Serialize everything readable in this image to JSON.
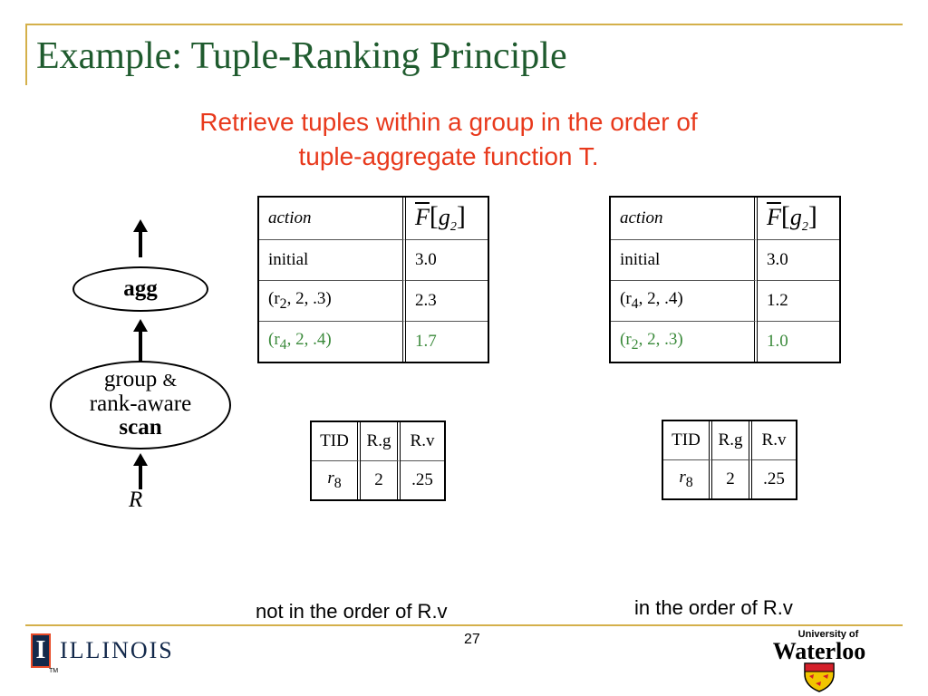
{
  "slide": {
    "title": "Example: Tuple-Ranking Principle",
    "subtitle_line1": "Retrieve tuples within a group in the order of",
    "subtitle_line2": "tuple-aggregate function T.",
    "page_number": "27"
  },
  "tree": {
    "top_op": "agg",
    "scan_line1": "group",
    "scan_amp": "&",
    "scan_line2": "rank-aware",
    "scan_line3": "scan",
    "relation": "R"
  },
  "left": {
    "header_action": "action",
    "header_f": "F",
    "header_g": "g",
    "header_g_sub": "2",
    "rows": [
      {
        "pre": "initial",
        "sub": "",
        "post": "",
        "value": "3.0",
        "highlight": false
      },
      {
        "pre": "(r",
        "sub": "2",
        "post": ", 2, .3)",
        "value": "2.3",
        "highlight": false
      },
      {
        "pre": "(r",
        "sub": "4",
        "post": ", 2, .4)",
        "value": "1.7",
        "highlight": true
      }
    ],
    "tuple_headers": [
      "TID",
      "R.g",
      "R.v"
    ],
    "tuple_tid": "r",
    "tuple_tid_sub": "8",
    "tuple_g": "2",
    "tuple_v": ".25",
    "caption": "not in the order of R.v"
  },
  "right": {
    "header_action": "action",
    "header_f": "F",
    "header_g": "g",
    "header_g_sub": "2",
    "rows": [
      {
        "pre": "initial",
        "sub": "",
        "post": "",
        "value": "3.0",
        "highlight": false
      },
      {
        "pre": "(r",
        "sub": "4",
        "post": ", 2, .4)",
        "value": "1.2",
        "highlight": false
      },
      {
        "pre": "(r",
        "sub": "2",
        "post": ", 2, .3)",
        "value": "1.0",
        "highlight": true
      }
    ],
    "tuple_headers": [
      "TID",
      "R.g",
      "R.v"
    ],
    "tuple_tid": "r",
    "tuple_tid_sub": "8",
    "tuple_g": "2",
    "tuple_v": ".25",
    "caption": "in the order of R.v"
  },
  "logos": {
    "illinois_letter": "I",
    "illinois_text": "ILLINOIS",
    "illinois_tm": "TM",
    "uw_small": "University of",
    "uw_big": "Waterloo"
  },
  "colors": {
    "title": "#1F5B2E",
    "subtitle": "#E8391C",
    "highlight": "#3B8A3B",
    "frame": "#D4B04A"
  }
}
